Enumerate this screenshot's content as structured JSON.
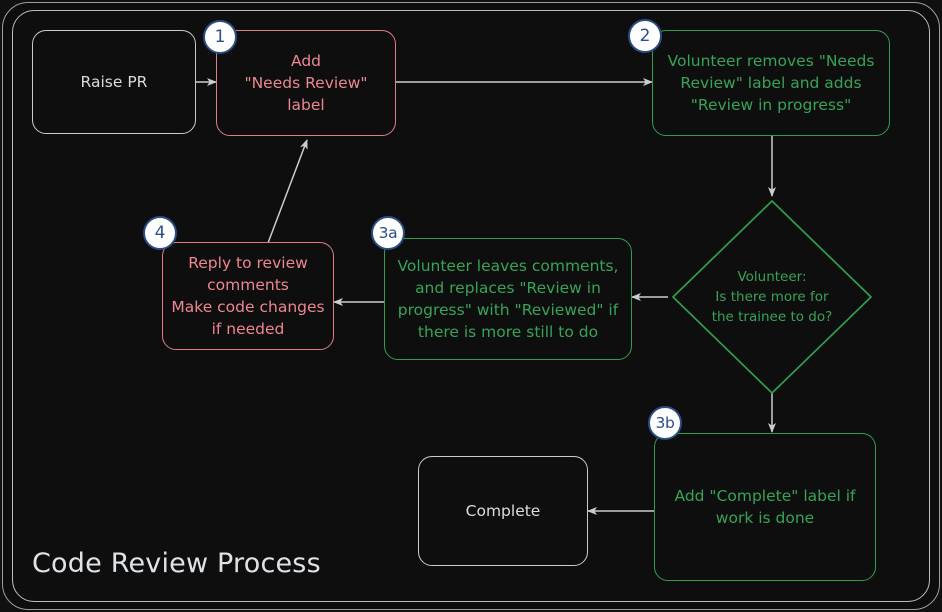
{
  "diagram": {
    "title": "Code Review Process",
    "colors": {
      "background": "#101010",
      "frame": "#b9bec4",
      "neutral": "#d9dde1",
      "red": "#ec8691",
      "green": "#35a457",
      "badge_fill": "#ffffff",
      "badge_border": "#2a4d87",
      "badge_text": "#2b4f8a",
      "connector": "#c9ced3"
    },
    "nodes": [
      {
        "id": "raise-pr",
        "label": "Raise PR",
        "style": "plain",
        "badge": null
      },
      {
        "id": "add-label",
        "label": "Add\n\"Needs Review\"\nlabel",
        "style": "red",
        "badge": "1"
      },
      {
        "id": "volunteer-takes",
        "label": "Volunteer removes \"Needs\nReview\" label and adds\n\"Review in progress\"",
        "style": "green",
        "badge": "2"
      },
      {
        "id": "decision",
        "label": "Volunteer:\nIs there more for\nthe trainee to do?",
        "style": "diamond",
        "badge": null
      },
      {
        "id": "leave-comments",
        "label": "Volunteer leaves comments,\nand replaces \"Review in\nprogress\" with \"Reviewed\" if\nthere is more still to do",
        "style": "green",
        "badge": "3a"
      },
      {
        "id": "reply-comments",
        "label": "Reply to review\ncomments\nMake code changes\nif needed",
        "style": "red",
        "badge": "4"
      },
      {
        "id": "add-complete",
        "label": "Add \"Complete\" label if\nwork is done",
        "style": "green",
        "badge": "3b"
      },
      {
        "id": "complete",
        "label": "Complete",
        "style": "plain",
        "badge": null
      }
    ],
    "edges": [
      {
        "from": "raise-pr",
        "to": "add-label"
      },
      {
        "from": "add-label",
        "to": "volunteer-takes"
      },
      {
        "from": "volunteer-takes",
        "to": "decision"
      },
      {
        "from": "decision",
        "to": "leave-comments"
      },
      {
        "from": "decision",
        "to": "add-complete"
      },
      {
        "from": "leave-comments",
        "to": "reply-comments"
      },
      {
        "from": "reply-comments",
        "to": "add-label"
      },
      {
        "from": "add-complete",
        "to": "complete"
      }
    ]
  }
}
